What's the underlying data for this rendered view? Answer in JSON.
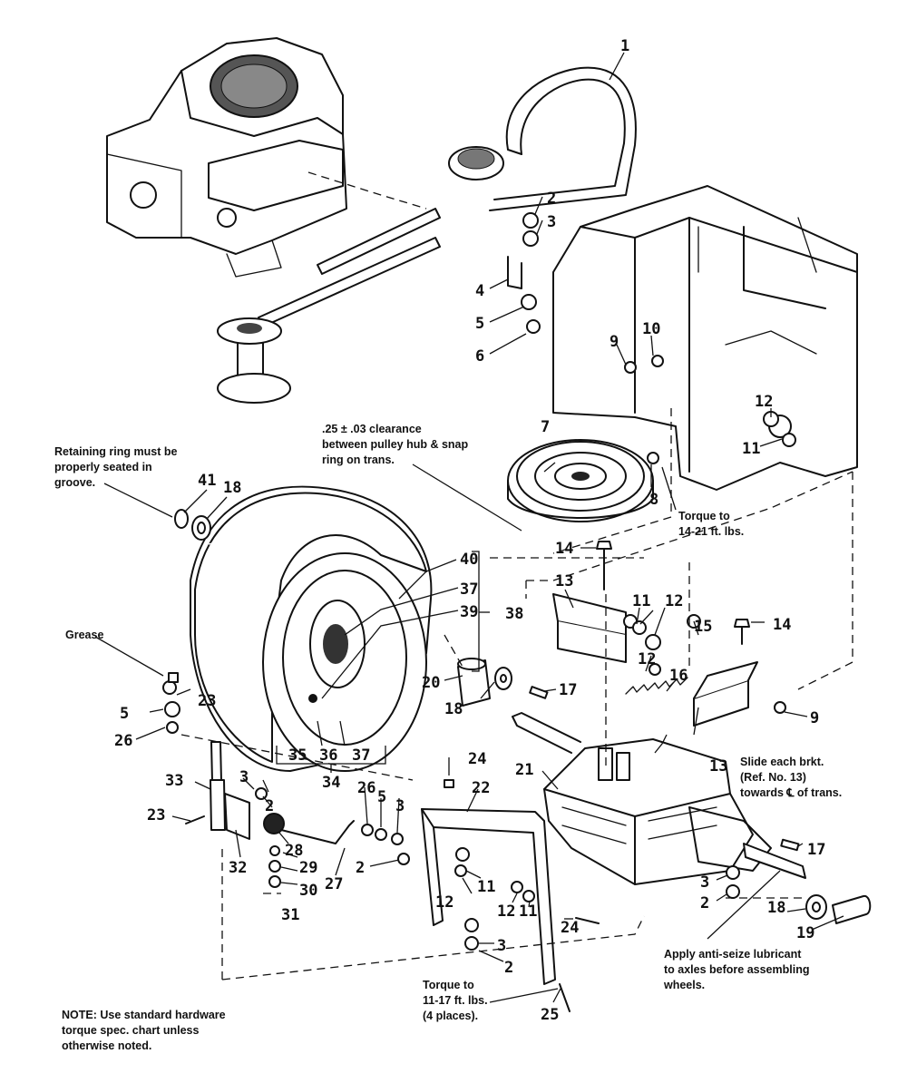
{
  "notes": {
    "retaining_ring": [
      "Retaining ring must be",
      "properly seated in",
      "groove."
    ],
    "clearance": [
      ".25 ± .03 clearance",
      "between pulley hub & snap",
      "ring on trans."
    ],
    "torque_14_21": [
      "Torque to",
      "14-21 ft. lbs."
    ],
    "grease": [
      "Grease"
    ],
    "slide_brkt": [
      "Slide each brkt.",
      "(Ref. No. 13)",
      "towards ℄ of trans."
    ],
    "anti_seize": [
      "Apply anti-seize lubricant",
      "to axles before assembling",
      "wheels."
    ],
    "torque_11_17": [
      "Torque to",
      "11-17 ft. lbs.",
      "(4 places)."
    ],
    "general_note": [
      "NOTE: Use standard hardware",
      "torque spec. chart unless",
      "otherwise noted."
    ]
  },
  "callouts": [
    {
      "id": "c1",
      "label": "1"
    },
    {
      "id": "c2a",
      "label": "2"
    },
    {
      "id": "c3a",
      "label": "3"
    },
    {
      "id": "c4",
      "label": "4"
    },
    {
      "id": "c5a",
      "label": "5"
    },
    {
      "id": "c6",
      "label": "6"
    },
    {
      "id": "c7",
      "label": "7"
    },
    {
      "id": "c8",
      "label": "8"
    },
    {
      "id": "c9a",
      "label": "9"
    },
    {
      "id": "c10",
      "label": "10"
    },
    {
      "id": "c11a",
      "label": "11"
    },
    {
      "id": "c12a",
      "label": "12"
    },
    {
      "id": "c41",
      "label": "41"
    },
    {
      "id": "c18a",
      "label": "18"
    },
    {
      "id": "c40",
      "label": "40"
    },
    {
      "id": "c37a",
      "label": "37"
    },
    {
      "id": "c39",
      "label": "39"
    },
    {
      "id": "c38",
      "label": "38"
    },
    {
      "id": "c14a",
      "label": "14"
    },
    {
      "id": "c13a",
      "label": "13"
    },
    {
      "id": "c11b",
      "label": "11"
    },
    {
      "id": "c12b",
      "label": "12"
    },
    {
      "id": "c12c",
      "label": "12"
    },
    {
      "id": "c15",
      "label": "15"
    },
    {
      "id": "c14b",
      "label": "14"
    },
    {
      "id": "c16",
      "label": "16"
    },
    {
      "id": "c9b",
      "label": "9"
    },
    {
      "id": "c13b",
      "label": "13"
    },
    {
      "id": "c17a",
      "label": "17"
    },
    {
      "id": "c20",
      "label": "20"
    },
    {
      "id": "c18b",
      "label": "18"
    },
    {
      "id": "c23a",
      "label": "23"
    },
    {
      "id": "c5b",
      "label": "5"
    },
    {
      "id": "c26a",
      "label": "26"
    },
    {
      "id": "c35",
      "label": "35"
    },
    {
      "id": "c36",
      "label": "36"
    },
    {
      "id": "c37b",
      "label": "37"
    },
    {
      "id": "c34",
      "label": "34"
    },
    {
      "id": "c24a",
      "label": "24"
    },
    {
      "id": "c22",
      "label": "22"
    },
    {
      "id": "c21",
      "label": "21"
    },
    {
      "id": "c33",
      "label": "33"
    },
    {
      "id": "c3b",
      "label": "3"
    },
    {
      "id": "c2b",
      "label": "2"
    },
    {
      "id": "c26b",
      "label": "26"
    },
    {
      "id": "c5c",
      "label": "5"
    },
    {
      "id": "c3c",
      "label": "3"
    },
    {
      "id": "c23b",
      "label": "23"
    },
    {
      "id": "c28",
      "label": "28"
    },
    {
      "id": "c29",
      "label": "29"
    },
    {
      "id": "c2c",
      "label": "2"
    },
    {
      "id": "c32",
      "label": "32"
    },
    {
      "id": "c30",
      "label": "30"
    },
    {
      "id": "c27",
      "label": "27"
    },
    {
      "id": "c31",
      "label": "31"
    },
    {
      "id": "c11c",
      "label": "11"
    },
    {
      "id": "c12d",
      "label": "12"
    },
    {
      "id": "c12e",
      "label": "12"
    },
    {
      "id": "c11d",
      "label": "11"
    },
    {
      "id": "c24b",
      "label": "24"
    },
    {
      "id": "c3d",
      "label": "3"
    },
    {
      "id": "c2d",
      "label": "2"
    },
    {
      "id": "c17b",
      "label": "17"
    },
    {
      "id": "c3e",
      "label": "3"
    },
    {
      "id": "c2e",
      "label": "2"
    },
    {
      "id": "c18c",
      "label": "18"
    },
    {
      "id": "c19",
      "label": "19"
    },
    {
      "id": "c25",
      "label": "25"
    }
  ]
}
